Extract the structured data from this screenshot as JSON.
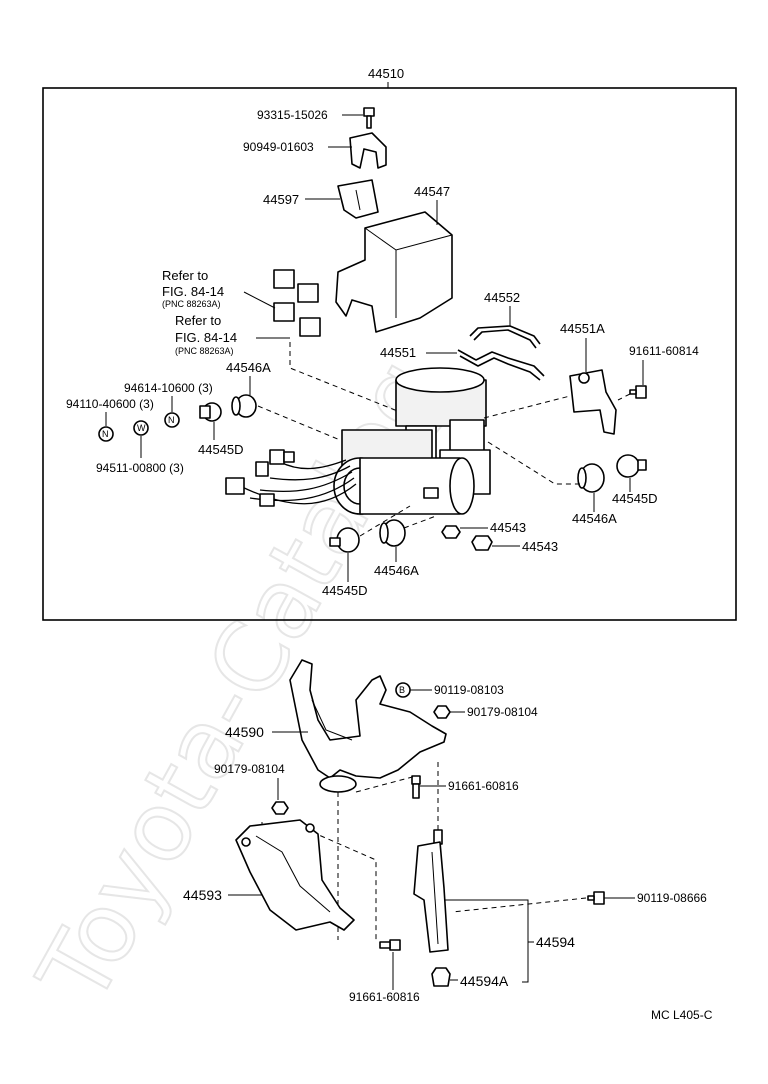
{
  "watermark": "Toyota-Catalog",
  "main_assembly": {
    "part_no": "44510"
  },
  "figure_code": "MC L405-C",
  "refer_notes": [
    {
      "line1": "Refer to",
      "line2": "FIG. 84-14",
      "line3": "(PNC 88263A)"
    },
    {
      "line1": "Refer to",
      "line2": "FIG. 84-14",
      "line3": "(PNC 88263A)"
    }
  ],
  "symbols": {
    "n": "N",
    "w": "W",
    "b": "B"
  },
  "labels": {
    "p93315": "93315-15026",
    "p90949": "90949-01603",
    "p44597": "44597",
    "p44547": "44547",
    "p44552": "44552",
    "p44551A": "44551A",
    "p91611": "91611-60814",
    "p44551": "44551",
    "p44546A_1": "44546A",
    "p94614": "94614-10600 (3)",
    "p94110": "94110-40600 (3)",
    "p44545D_1": "44545D",
    "p94511": "94511-00800 (3)",
    "p44545D_2": "44545D",
    "p44546A_2": "44546A",
    "p44543_1": "44543",
    "p44543_2": "44543",
    "p44546A_3": "44546A",
    "p44545D_3": "44545D",
    "p90119a": "90119-08103",
    "p90179a": "90179-08104",
    "p44590": "44590",
    "p90179b": "90179-08104",
    "p91661a": "91661-60816",
    "p44593": "44593",
    "p90119b": "90119-08666",
    "p44594": "44594",
    "p91661b": "91661-60816",
    "p44594A": "44594A"
  }
}
